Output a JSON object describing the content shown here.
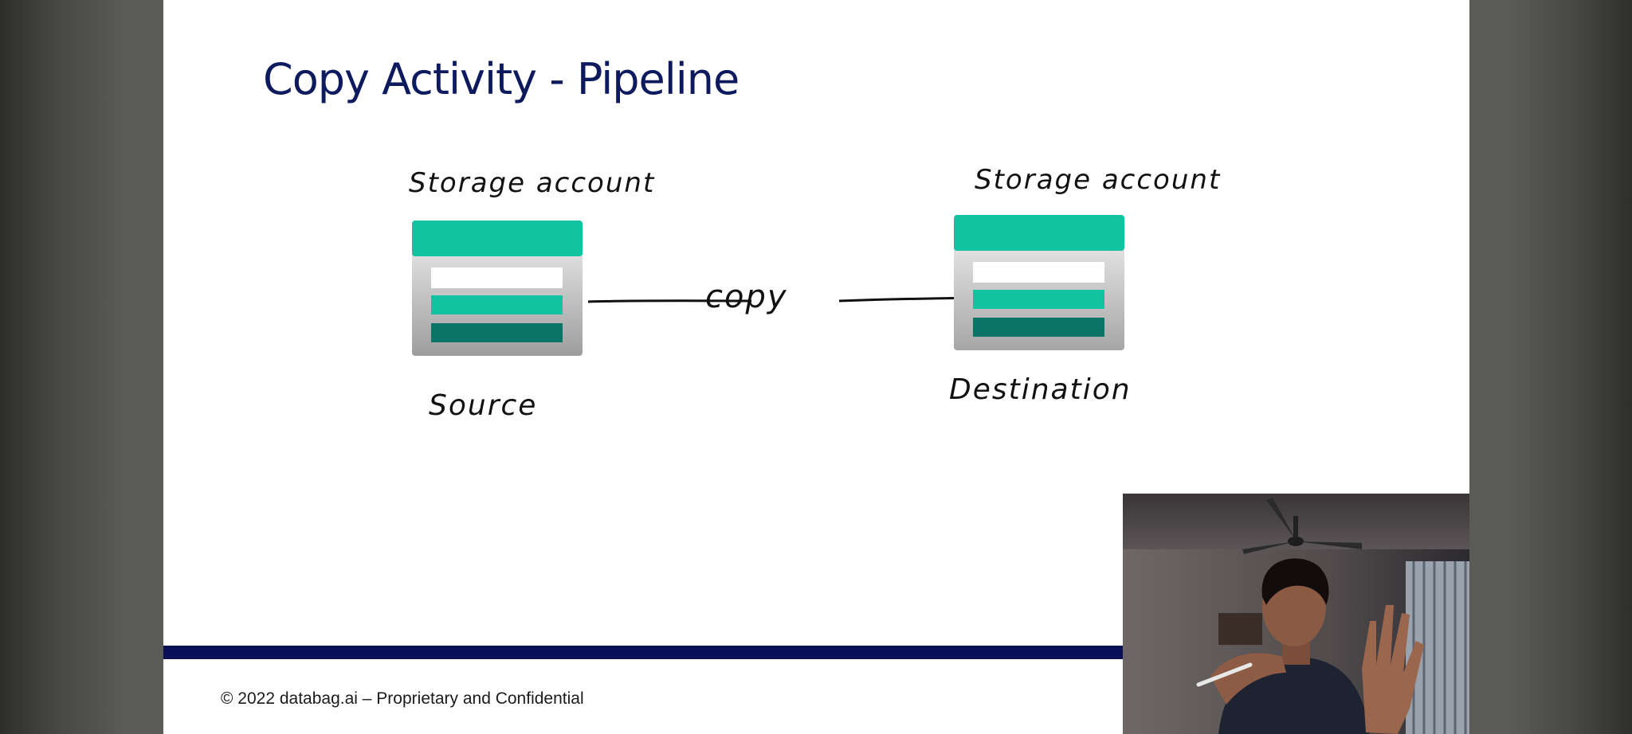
{
  "slide": {
    "title": "Copy Activity - Pipeline",
    "footer": "© 2022 databag.ai – Proprietary and Confidential"
  },
  "diagram": {
    "source": {
      "caption": "Storage account",
      "label": "Source",
      "icon": "storage-account-icon"
    },
    "destination": {
      "caption": "Storage account",
      "label": "Destination",
      "icon": "storage-account-icon"
    },
    "edge_label": "copy"
  },
  "colors": {
    "title": "#0e1a5e",
    "footer_band": "#0b1057",
    "teal": "#12c2a1",
    "dark_teal": "#0c7466"
  }
}
